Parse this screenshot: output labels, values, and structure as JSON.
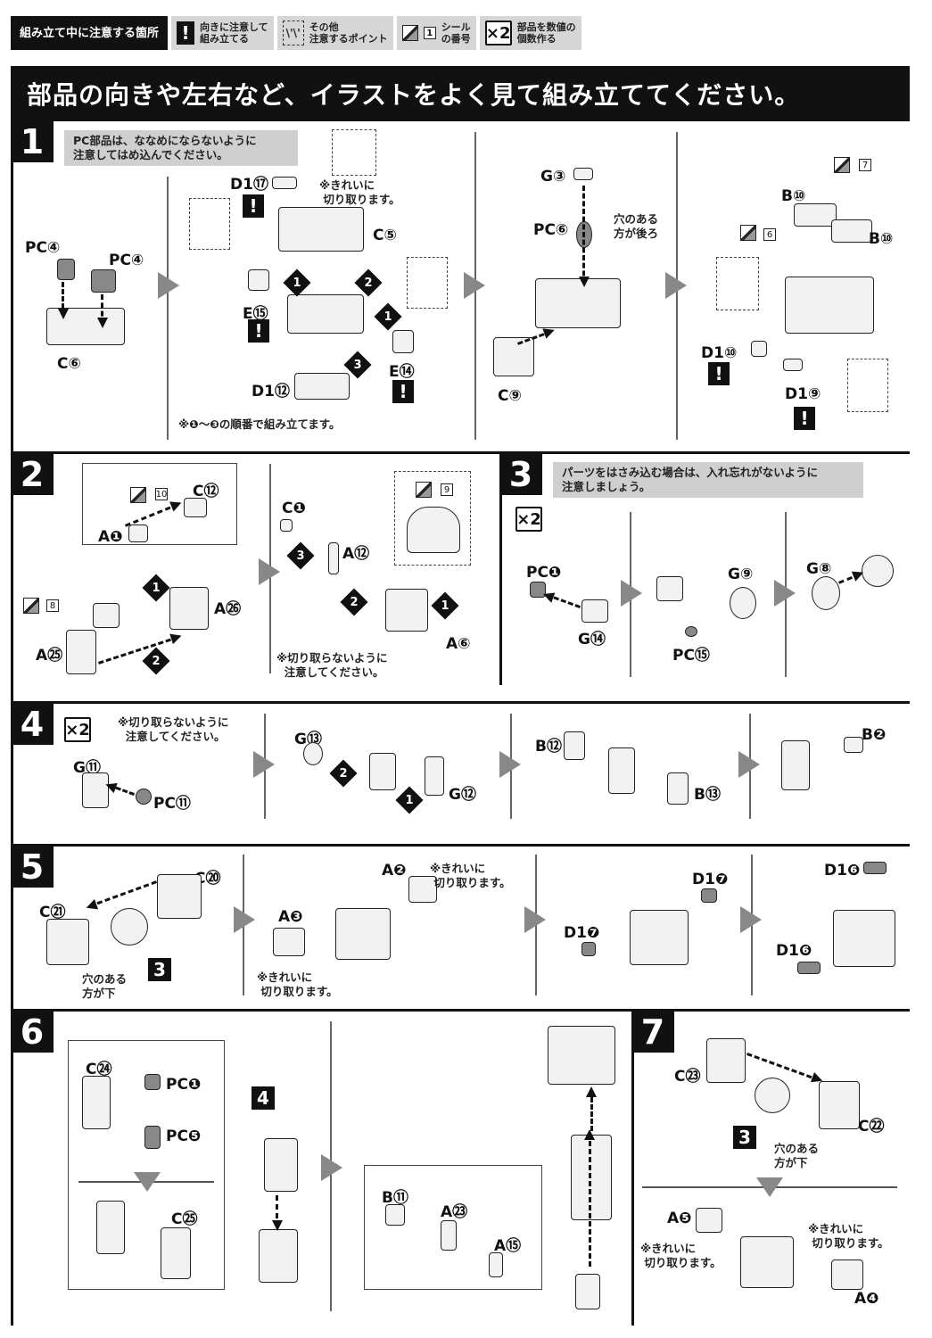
{
  "legend": {
    "title": "組み立て中に注意する箇所",
    "items": [
      {
        "icon": "exclamation-icon",
        "line1": "向きに注意して",
        "line2": "組み立てる"
      },
      {
        "icon": "dashed-box-icon",
        "line1": "その他",
        "line2": "注意するポイント"
      },
      {
        "icon": "seal-icon",
        "seal_number": "1",
        "line1": "シール",
        "line2": "の番号"
      },
      {
        "icon": "multiply-icon",
        "multiplier": "×2",
        "line1": "部品を数値の",
        "line2": "個数作る"
      }
    ]
  },
  "banner": "部品の向きや左右など、イラストをよく見て組み立ててください。",
  "common": {
    "exclamation": "!",
    "clean_cut_1": "※きれいに",
    "clean_cut_2": "切り取ります。",
    "no_cut_1": "※切り取らないように",
    "no_cut_2": "注意してください。",
    "hole_down_1": "穴のある",
    "hole_down_2": "方が下",
    "x2": "×2"
  },
  "steps": [
    {
      "number": "1",
      "note_line1": "PC部品は、ななめにならないように",
      "note_line2": "注意してはめ込んでください。",
      "labels": {
        "pc4a": "PC④",
        "pc4b": "PC④",
        "c6": "C⑥",
        "d117": "D1⑰",
        "c5": "C⑤",
        "e15": "E⑮",
        "e14": "E⑭",
        "d112": "D1⑫",
        "g3": "G③",
        "pc6": "PC⑥",
        "c9": "C⑨",
        "b10a": "B⑩",
        "b10b": "B⑩",
        "d110": "D1⑩",
        "d19": "D1⑨"
      },
      "hole_back_1": "穴のある",
      "hole_back_2": "方が後ろ",
      "order_note": "※❶～❸の順番で組み立てます。",
      "seals": [
        "6",
        "7"
      ],
      "order_marks": [
        "1",
        "2",
        "1",
        "3"
      ]
    },
    {
      "number": "2",
      "labels": {
        "c12": "C⑫",
        "a1": "A❶",
        "a26": "A㉖",
        "a25": "A㉕",
        "c1": "C❶",
        "a12": "A⑫",
        "a6": "A⑥"
      },
      "seals": [
        "10",
        "8",
        "9"
      ],
      "order_marks": [
        "1",
        "2",
        "3",
        "2",
        "1"
      ]
    },
    {
      "number": "3",
      "note_line1": "パーツをはさみ込む場合は、入れ忘れがないように",
      "note_line2": "注意しましょう。",
      "multiplier": "×2",
      "labels": {
        "pc1": "PC❶",
        "g14": "G⑭",
        "g9": "G⑨",
        "pc15": "PC⑮",
        "g8": "G⑧"
      }
    },
    {
      "number": "4",
      "multiplier": "×2",
      "labels": {
        "g11": "G⑪",
        "pc11": "PC⑪",
        "g13": "G⑬",
        "g12": "G⑫",
        "b12": "B⑫",
        "b13": "B⑬",
        "b2": "B❷"
      },
      "order_marks": [
        "2",
        "1"
      ]
    },
    {
      "number": "5",
      "labels": {
        "c20": "C⑳",
        "c21": "C㉑",
        "a2": "A❷",
        "a3": "A❸",
        "d17a": "D1❼",
        "d17b": "D1❼",
        "d16a": "D1❻",
        "d16b": "D1❻"
      },
      "ref_step": "3"
    },
    {
      "number": "6",
      "labels": {
        "c24": "C㉔",
        "pc1": "PC❶",
        "pc5": "PC❺",
        "c25": "C㉕",
        "b11": "B⑪",
        "a23": "A㉓",
        "a15": "A⑮"
      },
      "ref_step": "4"
    },
    {
      "number": "7",
      "labels": {
        "c23": "C㉓",
        "c22": "C㉒",
        "a5": "A❺",
        "a4": "A❹"
      },
      "ref_step": "3"
    }
  ]
}
